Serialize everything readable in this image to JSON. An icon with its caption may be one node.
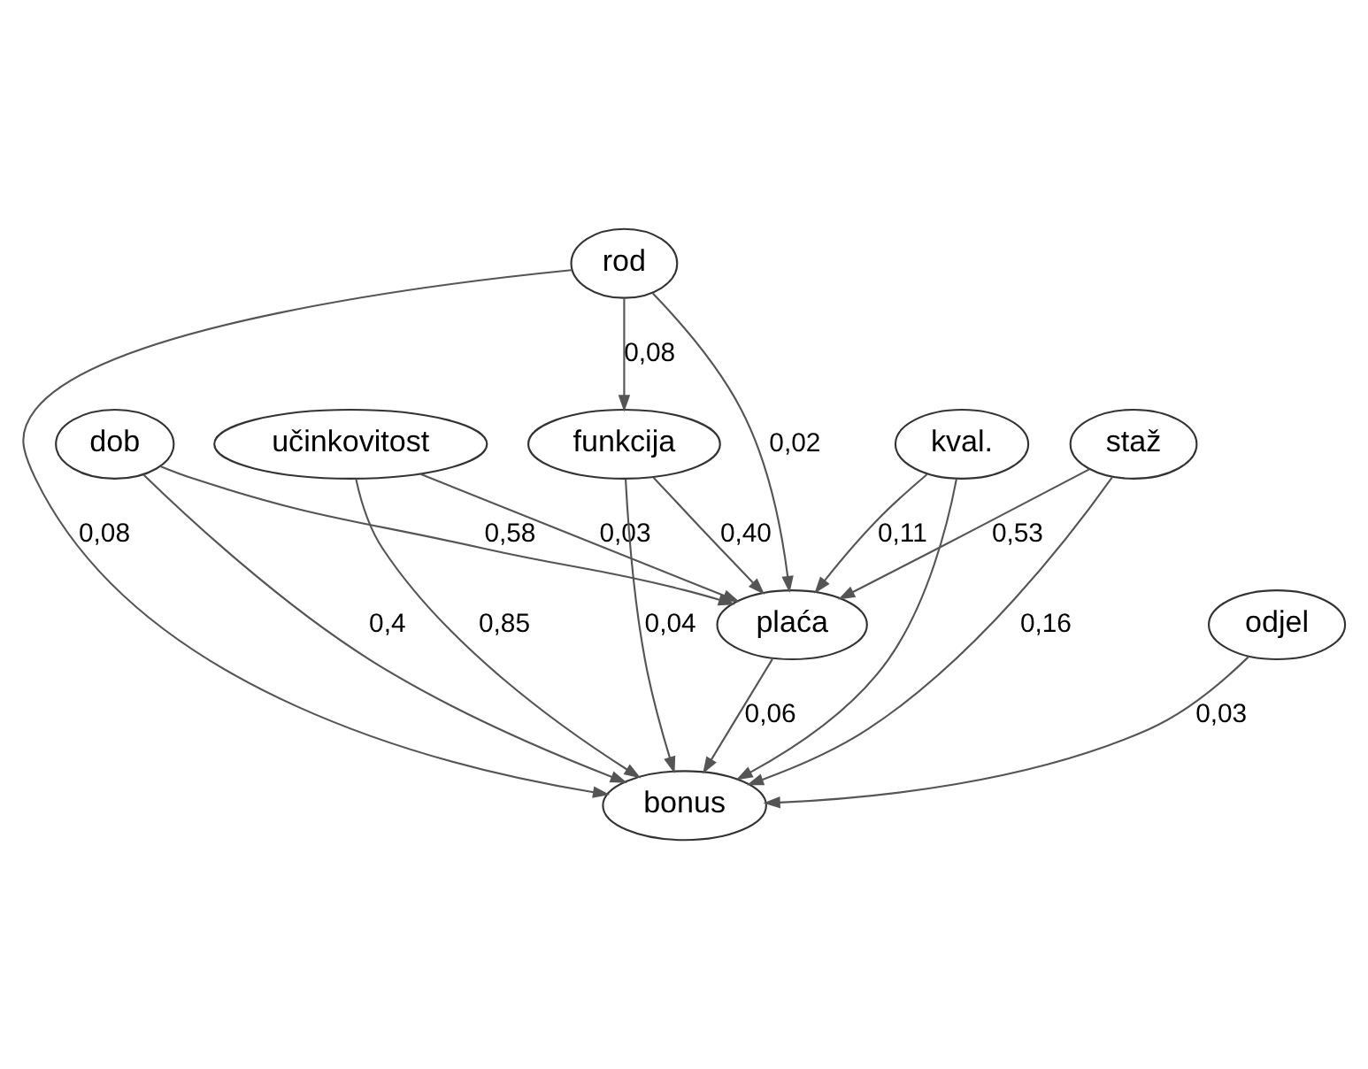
{
  "diagram": {
    "nodes": [
      {
        "text": [
          "rod"
        ]
      },
      {
        "text": [
          "dob"
        ]
      },
      {
        "text": [
          "učinkovitost"
        ]
      },
      {
        "text": [
          "funkcija"
        ]
      },
      {
        "text": [
          "kval."
        ]
      },
      {
        "text": [
          "staž"
        ]
      },
      {
        "text": [
          "plaća"
        ]
      },
      {
        "text": [
          "odjel"
        ]
      },
      {
        "text": [
          "bonus"
        ]
      }
    ],
    "edges": [
      {
        "from": 0,
        "to": 6,
        "arrow": "to",
        "label": "0,02"
      },
      {
        "from": 0,
        "to": 3,
        "arrow": "to",
        "label": "0,08"
      },
      {
        "from": 0,
        "to": 8,
        "arrow": "to",
        "label": "0,08"
      },
      {
        "from": 1,
        "to": 6,
        "arrow": "to",
        "label": "0,58"
      },
      {
        "from": 1,
        "to": 8,
        "arrow": "to",
        "label": "0,4"
      },
      {
        "from": 2,
        "to": 6,
        "arrow": "to",
        "label": "0,03"
      },
      {
        "from": 2,
        "to": 8,
        "arrow": "to",
        "label": "0,85"
      },
      {
        "from": 3,
        "to": 6,
        "arrow": "to",
        "label": "0,40"
      },
      {
        "from": 3,
        "to": 8,
        "arrow": "to",
        "label": "0,04"
      },
      {
        "from": 4,
        "to": 6,
        "arrow": "to",
        "label": "0,11"
      },
      {
        "from": 4,
        "to": 8,
        "arrow": "to"
      },
      {
        "from": 5,
        "to": 6,
        "arrow": "to",
        "label": "0,53"
      },
      {
        "from": 5,
        "to": 8,
        "arrow": "to",
        "label": "0,16"
      },
      {
        "from": 6,
        "to": 8,
        "arrow": "to",
        "label": "0,06"
      },
      {
        "from": 7,
        "to": 8,
        "arrow": "to",
        "label": "0,03"
      }
    ]
  }
}
